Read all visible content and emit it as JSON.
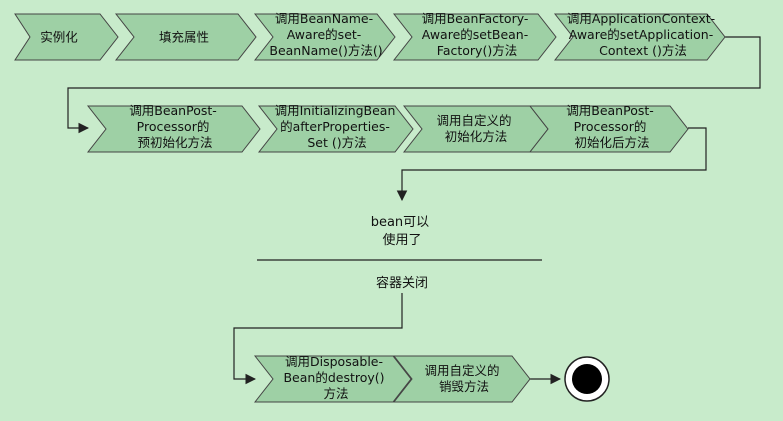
{
  "flow": {
    "row1": [
      {
        "key": "instantiate",
        "lines": [
          "实例化"
        ]
      },
      {
        "key": "populate",
        "lines": [
          "填充属性"
        ]
      },
      {
        "key": "bean-name-aware",
        "lines": [
          "调用BeanName-",
          "Aware的set-",
          "BeanName()方法()"
        ]
      },
      {
        "key": "bean-factory-aware",
        "lines": [
          "调用BeanFactory-",
          "Aware的setBean-",
          "Factory()方法"
        ]
      },
      {
        "key": "app-context-aware",
        "lines": [
          "调用ApplicationContext-",
          "Aware的setApplication-",
          "Context ()方法"
        ]
      }
    ],
    "row2": [
      {
        "key": "post-before-init",
        "lines": [
          "调用BeanPost-",
          "Processor的",
          "预初始化方法"
        ]
      },
      {
        "key": "after-properties-set",
        "lines": [
          "调用InitializingBean",
          "的afterProperties-",
          "Set ()方法"
        ]
      },
      {
        "key": "custom-init",
        "lines": [
          "调用自定义的",
          "初始化方法"
        ]
      },
      {
        "key": "post-after-init",
        "lines": [
          "调用BeanPost-",
          "Processor的",
          "初始化后方法"
        ]
      }
    ],
    "ready": {
      "lines": [
        "bean可以",
        "使用了"
      ]
    },
    "close": {
      "lines": [
        "容器关闭"
      ]
    },
    "row3": [
      {
        "key": "disposable-bean",
        "lines": [
          "调用Disposable-",
          "Bean的destroy()",
          "方法"
        ]
      },
      {
        "key": "custom-destroy",
        "lines": [
          "调用自定义的",
          "销毁方法"
        ]
      }
    ]
  }
}
